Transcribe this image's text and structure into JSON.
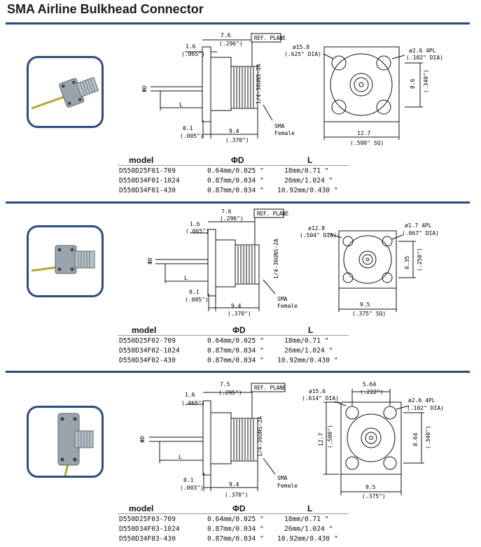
{
  "page": {
    "title": "SMA Airline Bulkhead Connector",
    "accent_color": "#2c4a7e"
  },
  "sections": [
    {
      "side": {
        "dim_flange": "1.6",
        "dim_flange_in": "(.065\")",
        "dim_total": "7.6",
        "dim_total_in": "(.296\")",
        "ref_plane": "REF. PLANE",
        "dim_gap": "0.1",
        "dim_gap_in": "(.005\")",
        "dim_body": "9.4",
        "dim_body_in": "(.370\")",
        "pin_label": "ΦD",
        "length_label": "L",
        "thread": "1/4-36UNS-2A",
        "sma": "SMA",
        "female": "Female"
      },
      "front": {
        "hole_dia": "ø15.8",
        "hole_dia_in": "(.625\" DIA)",
        "mount_dia": "ø2.6  4PL",
        "mount_dia_in": "(.102\" DIA)",
        "height": "8.6",
        "height_in": "(.340\")",
        "width": "12.7",
        "width_in": "(.500\" SQ)"
      },
      "table": {
        "headers": [
          "model",
          "ΦD",
          "L"
        ],
        "rows": [
          [
            "D550D25F01-709",
            "0.64mm/0.025 \"",
            "18mm/0.71 \""
          ],
          [
            "D550D34F01-1024",
            "0.87mm/0.034 \"",
            "26mm/1.024 \""
          ],
          [
            "D550D34F01-430",
            "0.87mm/0.034 \"",
            "10.92mm/0.430 \""
          ]
        ]
      }
    },
    {
      "side": {
        "dim_flange": "1.6",
        "dim_flange_in": "(.065\")",
        "dim_total": "7.6",
        "dim_total_in": "(.296\")",
        "ref_plane": "REF. PLANE",
        "dim_gap": "0.1",
        "dim_gap_in": "(.005\")",
        "dim_body": "9.4",
        "dim_body_in": "(.370\")",
        "pin_label": "ΦD",
        "length_label": "L",
        "thread": "1/4-36UNS-2A",
        "sma": "SMA",
        "female": "Female"
      },
      "front": {
        "hole_dia": "ø12.8",
        "hole_dia_in": "(.504\" DIA)",
        "mount_dia": "ø1.7  4PL",
        "mount_dia_in": "(.067\" DIA)",
        "height": "6.35",
        "height_in": "(.250\")",
        "width": "9.5",
        "width_in": "(.375\" SQ)"
      },
      "table": {
        "headers": [
          "model",
          "ΦD",
          "L"
        ],
        "rows": [
          [
            "D550D25F02-709",
            "0.64mm/0.025 \"",
            "18mm/0.71 \""
          ],
          [
            "D550D34F02-1024",
            "0.87mm/0.034 \"",
            "26mm/1.024 \""
          ],
          [
            "D550D34F02-430",
            "0.87mm/0.034 \"",
            "10.92mm/0.430 \""
          ]
        ]
      }
    },
    {
      "side": {
        "dim_flange": "1.6",
        "dim_flange_in": "(.065\")",
        "dim_total": "7.5",
        "dim_total_in": "(.295\")",
        "ref_plane": "REF. PLANE",
        "dim_gap": "0.1",
        "dim_gap_in": "(.003\")",
        "dim_body": "9.4",
        "dim_body_in": "(.370\")",
        "pin_label": "ΦD",
        "length_label": "L",
        "thread": "1/4-36UNS-2A",
        "sma": "SMA",
        "female": "Female"
      },
      "front": {
        "hole_dia": "ø15.6",
        "hole_dia_in": "(.614\" DIA)",
        "mount_dia": "ø2.6  4PL",
        "mount_dia_in": "(.102\" DIA)",
        "top_width": "5.64",
        "top_width_in": "(.222\")",
        "left_height": "12.7",
        "left_height_in": "(.500\")",
        "height": "8.64",
        "height_in": "(.340\")",
        "width": "9.5",
        "width_in": "(.375\")"
      },
      "table": {
        "headers": [
          "model",
          "ΦD",
          "L"
        ],
        "rows": [
          [
            "D550D25F03-709",
            "0.64mm/0.025 \"",
            "18mm/0.71 \""
          ],
          [
            "D550D34F03-1024",
            "0.87mm/0.034 \"",
            "26mm/1.024 \""
          ],
          [
            "D550D34F03-430",
            "0.87mm/0.034 \"",
            "10.92mm/0.430 \""
          ]
        ]
      }
    }
  ]
}
